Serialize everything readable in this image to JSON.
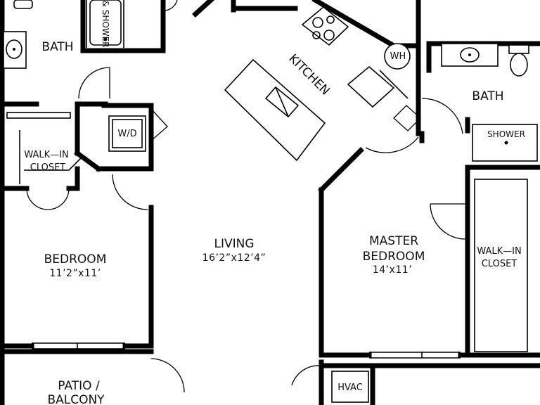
{
  "rooms": {
    "bath_left": "BATH",
    "tub_shower": "TUB & SHOWER",
    "walk_in_closet_left": [
      "WALK—IN",
      "CLOSET"
    ],
    "wd": "W/D",
    "bedroom": "BEDROOM",
    "bedroom_dim": "11’2”x11’",
    "living": "LIVING",
    "living_dim": "16’2”x12’4”",
    "kitchen": "KITCHEN",
    "wh": "WH",
    "bath_right": "BATH",
    "shower": "SHOWER",
    "master_bedroom": [
      "MASTER",
      "BEDROOM"
    ],
    "master_dim": "14’x11’",
    "walk_in_closet_right": [
      "WALK—IN",
      "CLOSET"
    ],
    "patio": [
      "PATIO /",
      "BALCONY"
    ],
    "hvac": "HVAC"
  }
}
